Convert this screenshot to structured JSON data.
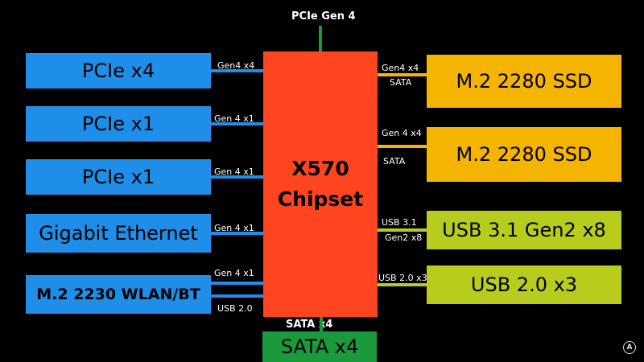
{
  "colors": {
    "blue": "#1e8ee8",
    "orange": "#f5b400",
    "lime": "#b7cc1c",
    "green": "#1a9a3a",
    "chip": "#ff4520"
  },
  "top_link": {
    "label": "PCIe  Gen 4"
  },
  "chipset": {
    "line1": "X570",
    "line2": "Chipset"
  },
  "left_devices": [
    {
      "label": "PCIe x4",
      "link": "Gen4 x4"
    },
    {
      "label": "PCIe x1",
      "link": "Gen 4 x1"
    },
    {
      "label": "PCIe x1",
      "link": "Gen 4 x1"
    },
    {
      "label": "Gigabit Ethernet",
      "link": "Gen 4 x1"
    },
    {
      "label": "M.2 2230 WLAN/BT",
      "link_top": "Gen 4 x1",
      "link_bottom": "USB 2.0"
    }
  ],
  "right_devices": [
    {
      "label": "M.2 2280 SSD",
      "link_top": "Gen4 x4",
      "link_bottom": "SATA"
    },
    {
      "label": "M.2 2280 SSD",
      "link_top": "Gen 4 x4",
      "link_bottom": "SATA"
    },
    {
      "label": "USB 3.1 Gen2 x8",
      "link_top": "USB 3.1",
      "link_bottom": "Gen2 x8"
    },
    {
      "label": "USB 2.0 x3",
      "link_top": "USB 2.0 x3"
    }
  ],
  "bottom": {
    "link": "SATA  x4",
    "label": "SATA x4"
  },
  "logo_icon": "circle-a-icon",
  "logo_text": "A"
}
